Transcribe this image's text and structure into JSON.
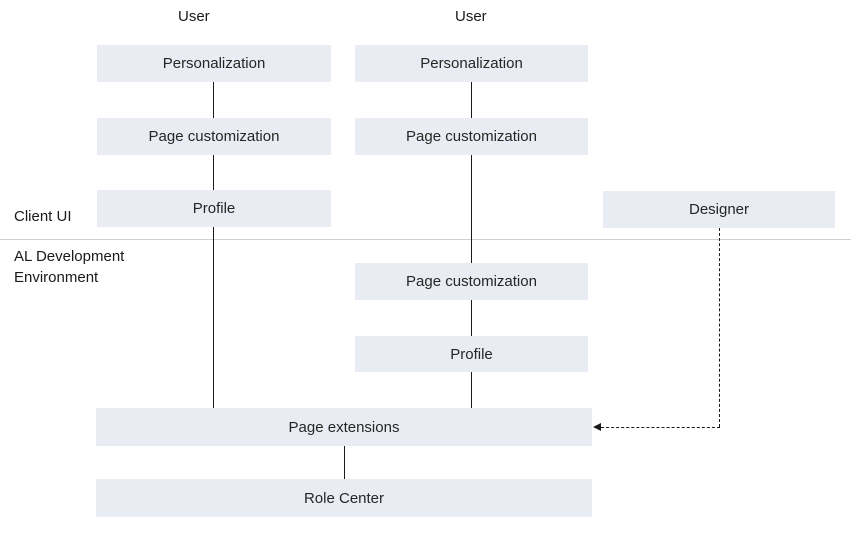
{
  "diagram": {
    "actors": {
      "user_left": "User",
      "user_right": "User"
    },
    "regions": {
      "client_ui": "Client UI",
      "al_dev_environment": "AL Development Environment"
    },
    "nodes": {
      "personalization_left": "Personalization",
      "page_customization_left": "Page customization",
      "profile_left": "Profile",
      "personalization_right": "Personalization",
      "page_customization_right_top": "Page customization",
      "designer": "Designer",
      "page_customization_right_bottom": "Page customization",
      "profile_right": "Profile",
      "page_extensions": "Page extensions",
      "role_center": "Role Center"
    },
    "colors": {
      "node_fill": "#e9ecf2",
      "text": "#262626",
      "divider": "#d0d0d0",
      "connector": "#1a1a1a"
    }
  }
}
